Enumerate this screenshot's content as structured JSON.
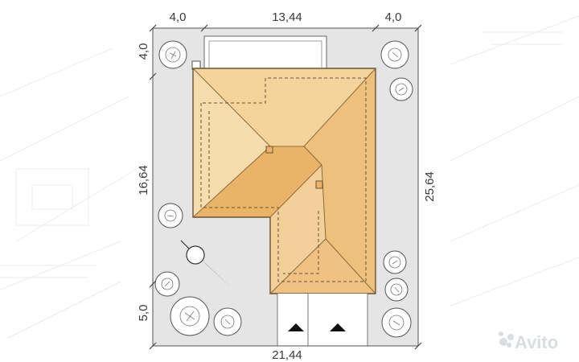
{
  "dimensions": {
    "top_left_setback": "4,0",
    "top_house_width": "13,44",
    "top_right_setback": "4,0",
    "left_top_setback": "4,0",
    "left_house_depth": "16,64",
    "left_bottom_setback": "5,0",
    "right_total_depth": "25,64",
    "bottom_total_width": "21,44"
  },
  "watermark": {
    "text": "Avito"
  },
  "colors": {
    "plot_fill": "#e5e5e5",
    "roof_light": "#f7d9a3",
    "roof_mid": "#f0c98a",
    "roof_dark": "#e8b56d",
    "terrace_fill": "#ffffff"
  },
  "icons": {
    "compass": "north-arrow-icon",
    "trees": "tree-icon",
    "garage_markers": "triangle-up-icon",
    "watermark_logo": "avito-logo-icon"
  }
}
